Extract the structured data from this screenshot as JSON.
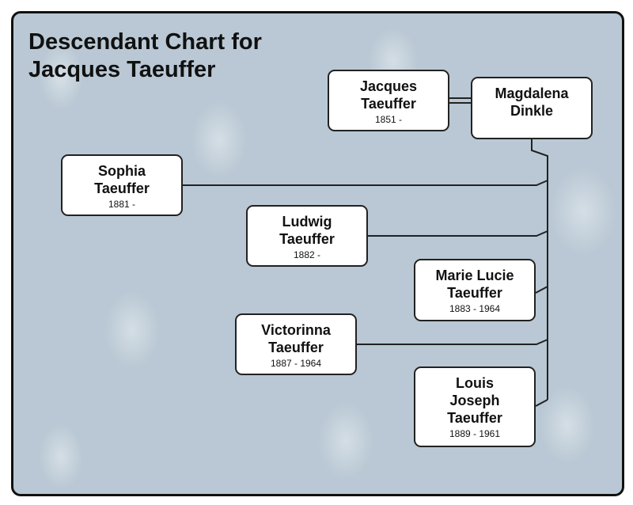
{
  "title": {
    "line1": "Descendant Chart for",
    "line2": "Jacques Taeuffer"
  },
  "parents": [
    {
      "name1": "Jacques",
      "name2": "Taeuffer",
      "dates": "1851 -"
    },
    {
      "name1": "Magdalena",
      "name2": "Dinkle",
      "dates": ""
    }
  ],
  "children": [
    {
      "name1": "Sophia",
      "name2": "Taeuffer",
      "dates": "1881 -"
    },
    {
      "name1": "Ludwig",
      "name2": "Taeuffer",
      "dates": "1882 -"
    },
    {
      "name1": "Marie Lucie",
      "name2": "Taeuffer",
      "dates": "1883 - 1964"
    },
    {
      "name1": "Victorinna",
      "name2": "Taeuffer",
      "dates": "1887 - 1964"
    },
    {
      "name1": "Louis",
      "name2": "Joseph",
      "name3": "Taeuffer",
      "dates": "1889 - 1961"
    }
  ]
}
